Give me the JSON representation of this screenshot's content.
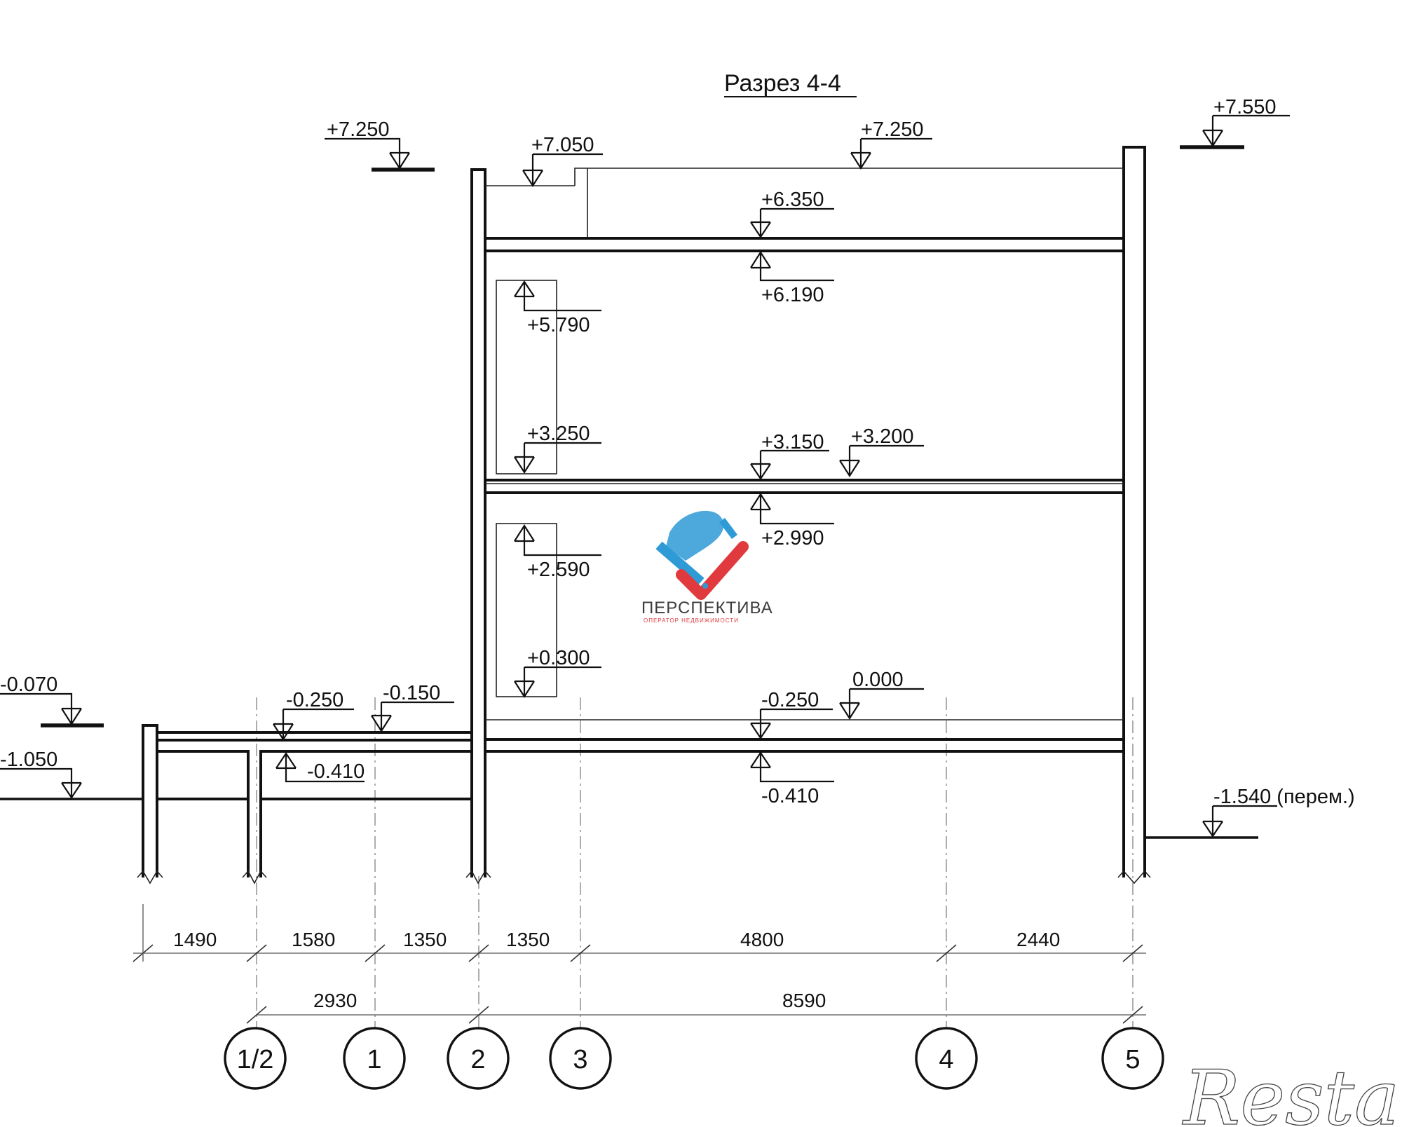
{
  "title": "Разрез 4-4",
  "levels": {
    "top_left": "+7.250",
    "roof_step": "+7.050",
    "roof_mid": "+7.250",
    "top_right": "+7.550",
    "ceiling_top": "+6.350",
    "ceiling_bottom": "+6.190",
    "window_upper_top": "+5.790",
    "window_upper_bottom": "+3.250",
    "floor2_top": "+3.150",
    "floor2_finish": "+3.200",
    "floor2_bottom": "+2.990",
    "window_lower_top": "+2.590",
    "window_lower_bottom": "+0.300",
    "left_ground_upper": "-0.070",
    "left_ground_lower": "-1.050",
    "porch_outer": "-0.250",
    "porch_inner": "-0.150",
    "porch_bottom": "-0.410",
    "floor1_top": "-0.250",
    "floor1_finish": "0.000",
    "floor1_bottom": "-0.410",
    "right_ground": "-1.540 (перем.)"
  },
  "dimensions": {
    "row1": [
      "1490",
      "1580",
      "1350",
      "1350",
      "4800",
      "2440"
    ],
    "row2": [
      "2930",
      "8590"
    ]
  },
  "axes": [
    "1/2",
    "1",
    "2",
    "3",
    "4",
    "5"
  ],
  "watermark": {
    "name": "ПЕРСПЕКТИВА",
    "subtitle": "ОПЕРАТОР НЕДВИЖИМОСТИ",
    "colors": {
      "blue": "#2e9ad6",
      "red": "#e03a3e"
    },
    "icon": "24-house-check-logo"
  },
  "brand": "Restate"
}
